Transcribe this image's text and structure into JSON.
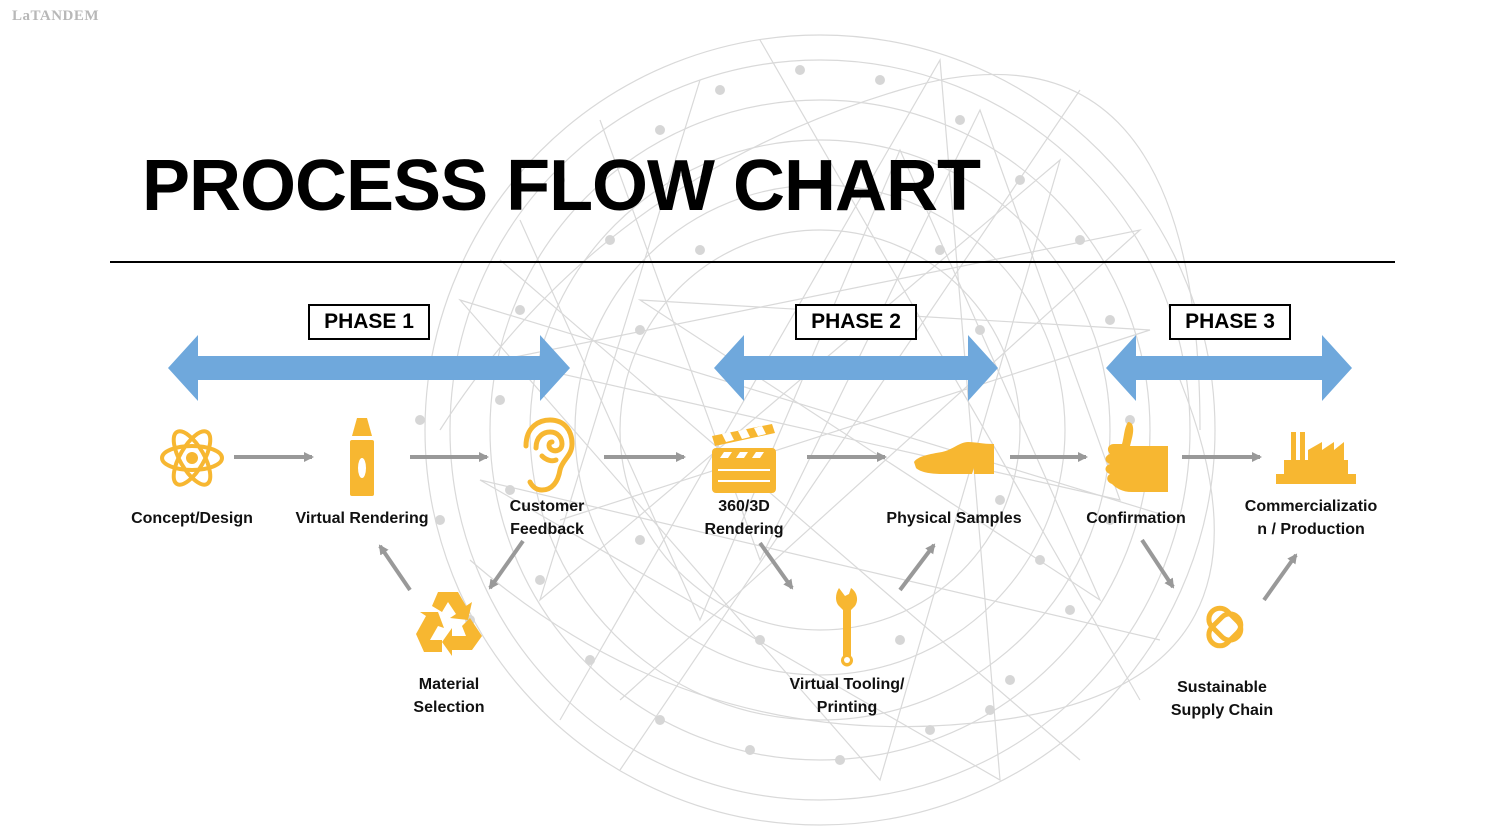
{
  "logo": "LaTANDEM",
  "title": "PROCESS FLOW CHART",
  "colors": {
    "icon": "#F7B731",
    "phase_arrow": "#6FA8DC",
    "flow_arrow": "#999999",
    "text": "#000000"
  },
  "phases": [
    {
      "label": "PHASE 1"
    },
    {
      "label": "PHASE 2"
    },
    {
      "label": "PHASE 3"
    }
  ],
  "steps": [
    {
      "id": "concept",
      "label": "Concept/Design",
      "icon": "atom-icon",
      "phase": 1
    },
    {
      "id": "virtual-rendering",
      "label": "Virtual Rendering",
      "icon": "crayon-icon",
      "phase": 1
    },
    {
      "id": "customer-feedback",
      "label": "Customer\nFeedback",
      "icon": "ear-icon",
      "phase": 1
    },
    {
      "id": "material-selection",
      "label": "Material\nSelection",
      "icon": "recycle-icon",
      "phase": 1
    },
    {
      "id": "rendering-3d",
      "label": "360/3D\nRendering",
      "icon": "clapperboard-icon",
      "phase": 2
    },
    {
      "id": "physical-samples",
      "label": "Physical Samples",
      "icon": "shoe-icon",
      "phase": 2
    },
    {
      "id": "virtual-tooling",
      "label": "Virtual Tooling/\nPrinting",
      "icon": "wrench-icon",
      "phase": 2
    },
    {
      "id": "confirmation",
      "label": "Confirmation",
      "icon": "thumbs-up-icon",
      "phase": 3
    },
    {
      "id": "commercialization",
      "label": "Commercializatio\nn / Production",
      "icon": "factory-icon",
      "phase": 3
    },
    {
      "id": "supply-chain",
      "label": "Sustainable\nSupply Chain",
      "icon": "chain-link-icon",
      "phase": 3
    }
  ],
  "flows": [
    {
      "from": "concept",
      "to": "virtual-rendering"
    },
    {
      "from": "virtual-rendering",
      "to": "customer-feedback"
    },
    {
      "from": "customer-feedback",
      "to": "material-selection"
    },
    {
      "from": "material-selection",
      "to": "virtual-rendering"
    },
    {
      "from": "customer-feedback",
      "to": "rendering-3d"
    },
    {
      "from": "rendering-3d",
      "to": "physical-samples"
    },
    {
      "from": "rendering-3d",
      "to": "virtual-tooling"
    },
    {
      "from": "virtual-tooling",
      "to": "physical-samples"
    },
    {
      "from": "physical-samples",
      "to": "confirmation"
    },
    {
      "from": "confirmation",
      "to": "commercialization"
    },
    {
      "from": "confirmation",
      "to": "supply-chain"
    },
    {
      "from": "supply-chain",
      "to": "commercialization"
    }
  ]
}
